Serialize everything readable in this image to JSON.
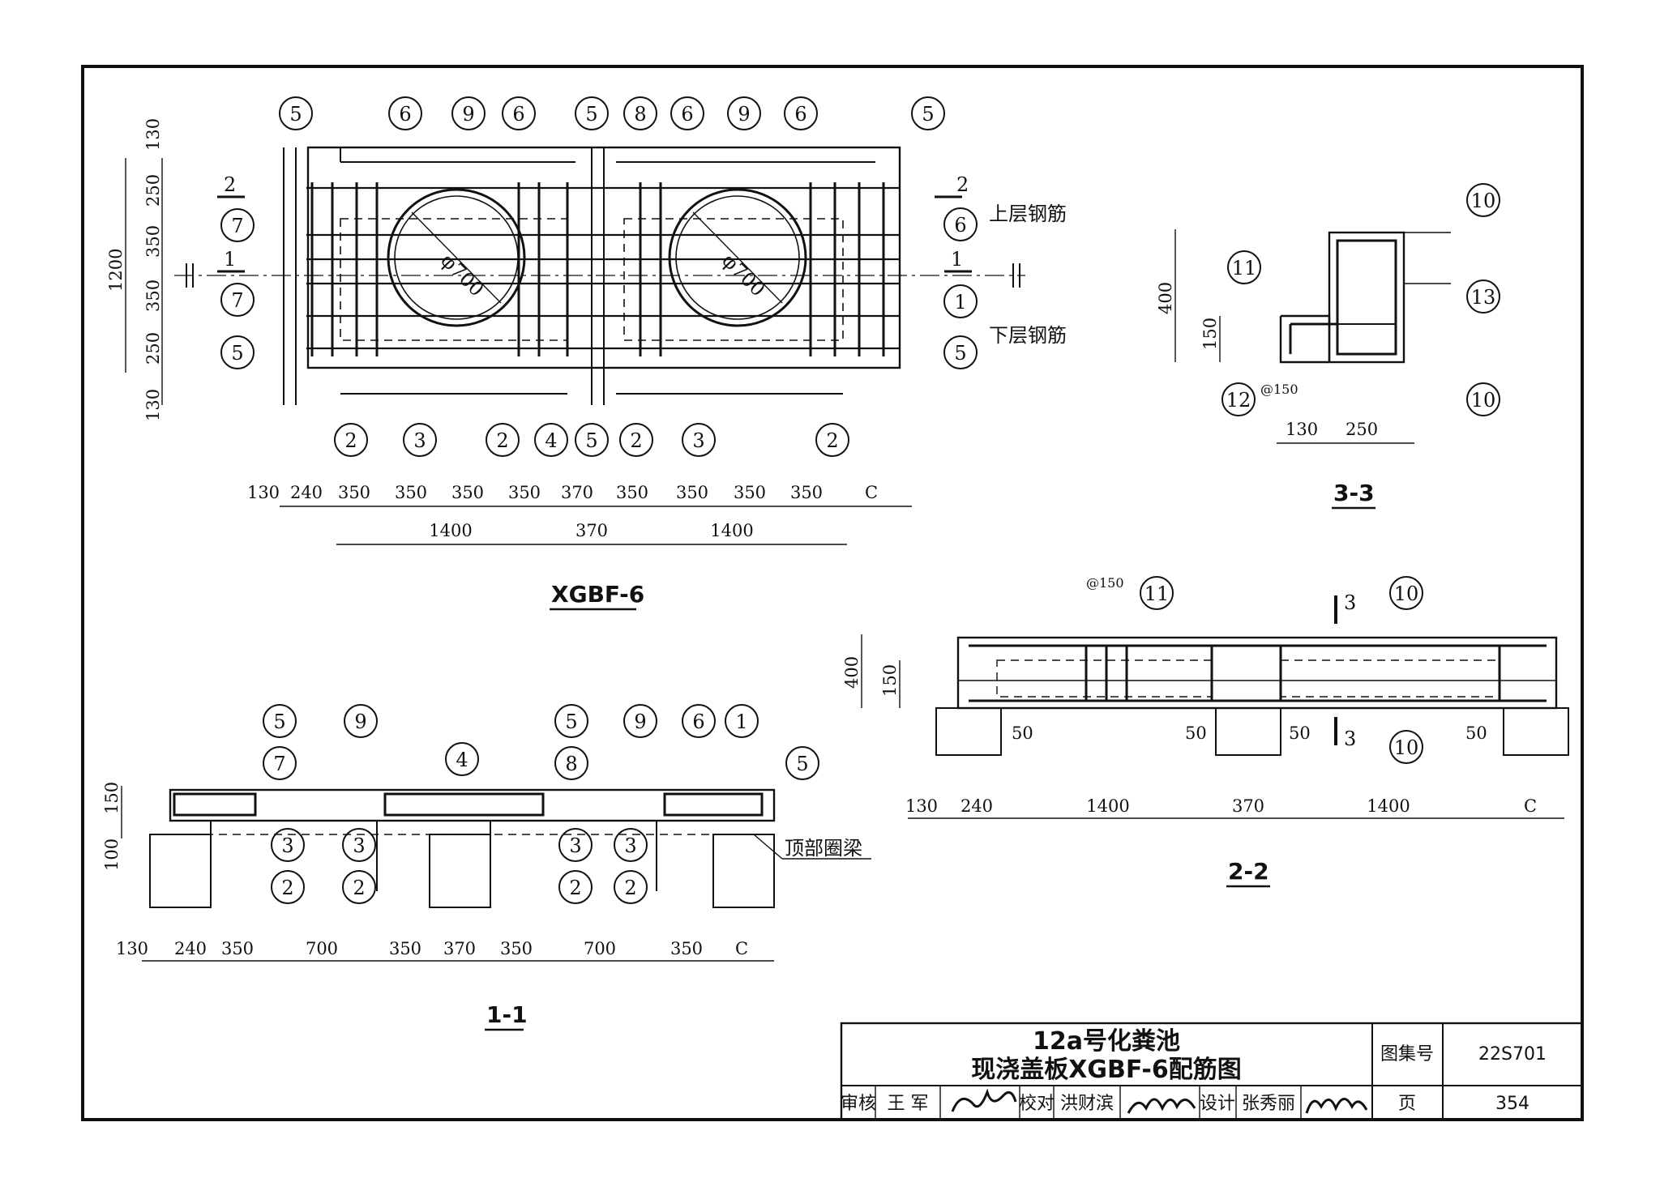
{
  "title_block": {
    "title_line1": "12a号化粪池",
    "title_line2": "现浇盖板XGBF-6配筋图",
    "atlas_label": "图集号",
    "atlas_no": "22S701",
    "page_label": "页",
    "page_no": "354",
    "review_label": "审核",
    "reviewer": "王 军",
    "check_label": "校对",
    "checker": "洪财滨",
    "design_label": "设计",
    "designer": "张秀丽",
    "signature_text_review": "王军",
    "signature_text_check": "洪财滨",
    "signature_text_design": "张秀丽"
  },
  "plan": {
    "caption": "XGBF-6",
    "upper_rebar": "上层钢筋",
    "lower_rebar": "下层钢筋",
    "diameter": "φ700",
    "section_marks": [
      "1",
      "1",
      "2",
      "2"
    ],
    "callouts_top": [
      "5",
      "6",
      "9",
      "6",
      "5",
      "8",
      "6",
      "9",
      "6",
      "5"
    ],
    "callouts_left": [
      "7",
      "7",
      "5"
    ],
    "callouts_right": [
      "6",
      "1",
      "5"
    ],
    "callouts_bottom": [
      "2",
      "3",
      "2",
      "4",
      "5",
      "2",
      "3",
      "2"
    ],
    "left_dims": [
      "130",
      "250",
      "350",
      "350",
      "250",
      "130"
    ],
    "left_total": "1200",
    "dims_row1": [
      "130",
      "240",
      "350",
      "350",
      "350",
      "350",
      "370",
      "350",
      "350",
      "350",
      "350",
      "C"
    ],
    "dims_row2": [
      "1400",
      "370",
      "1400"
    ]
  },
  "section_11": {
    "caption": "1-1",
    "callouts": [
      "5",
      "7",
      "9",
      "5",
      "4",
      "8",
      "9",
      "6",
      "1",
      "5",
      "3",
      "2",
      "3",
      "2",
      "3",
      "2",
      "3",
      "2"
    ],
    "ring_beam": "顶部圈梁",
    "left_dims": [
      "150",
      "100"
    ],
    "dims": [
      "130",
      "240",
      "350",
      "700",
      "350",
      "370",
      "350",
      "700",
      "350",
      "C"
    ]
  },
  "section_22": {
    "caption": "2-2",
    "spacing": "@150",
    "callouts": [
      "11",
      "10",
      "10"
    ],
    "cut_label": "3",
    "left_dims": [
      "400",
      "150"
    ],
    "inner_dims": [
      "50",
      "50",
      "50",
      "50"
    ],
    "dims": [
      "130",
      "240",
      "1400",
      "370",
      "1400",
      "C"
    ]
  },
  "section_33": {
    "caption": "3-3",
    "spacing": "@150",
    "callouts": [
      "10",
      "11",
      "13",
      "12",
      "10"
    ],
    "left_dims": [
      "400",
      "150"
    ],
    "dims": [
      "130",
      "250"
    ]
  }
}
